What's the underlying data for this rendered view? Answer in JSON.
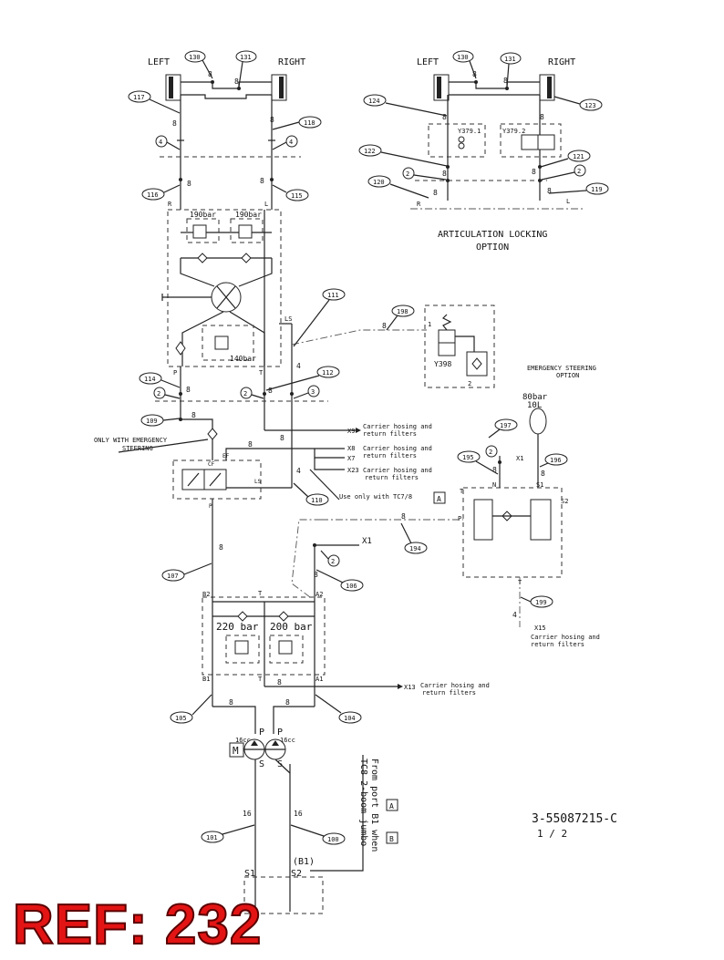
{
  "colors": {
    "line": "#222222",
    "stamp": "#e31414"
  },
  "side_labels": {
    "left": "LEFT",
    "right": "RIGHT"
  },
  "pressure_labels": {
    "relief_left": "190bar",
    "relief_right": "190bar",
    "orbitrol_relief": "140bar",
    "main_left": "220 bar",
    "main_right": "200 bar",
    "accumulator": "80bar",
    "accumulator_volume": "10L"
  },
  "pump": {
    "displacement_left": "16cc",
    "displacement_right": "16cc",
    "motor": "M"
  },
  "port_labels": {
    "P": "P",
    "T": "T",
    "R": "R",
    "L": "L",
    "LS": "LS",
    "S": "S",
    "S1": "S1",
    "S2": "S2",
    "B1": "B1",
    "B2": "B2",
    "A1": "A1",
    "A2": "A2",
    "EF": "EF",
    "CF": "CF",
    "N": "N",
    "B1_paren": "(B1)"
  },
  "valve_labels": {
    "y379_1": "Y379.1",
    "y379_2": "Y379.2",
    "y398": "Y398",
    "one": "1",
    "two": "2"
  },
  "hose_sizes": {
    "h4": "4",
    "h8": "8",
    "h16": "16"
  },
  "connections": {
    "x9": "X9",
    "x8": "X8",
    "x7": "X7",
    "x23": "X23",
    "x13": "X13",
    "x15": "X15",
    "x1": "X1",
    "carrier_hosing": "Carrier hosing and",
    "return_filters": "return filters"
  },
  "notes": {
    "emergency_only_1": "ONLY WITH EMERGENCY",
    "emergency_only_2": "STEERING",
    "tc78": "Use only with TC7/8",
    "articulation_1": "ARTICULATION LOCKING",
    "articulation_2": "OPTION",
    "emergency_option_1": "EMERGENCY STEERING",
    "emergency_option_2": "OPTION",
    "from_port_1": "From port B1 when",
    "from_port_2": "TC8 2-boom jumbo",
    "box_a": "A",
    "box_b": "B"
  },
  "bubbles": {
    "n130": "130",
    "n131": "131",
    "n117": "117",
    "n118": "118",
    "n4": "4",
    "n116": "116",
    "n115": "115",
    "n111": "111",
    "n198": "198",
    "n114": "114",
    "n112": "112",
    "n2": "2",
    "n3": "3",
    "n109": "109",
    "n110": "110",
    "n197": "197",
    "n195": "195",
    "n196": "196",
    "n194": "194",
    "n106": "106",
    "n107": "107",
    "n199": "199",
    "n105": "105",
    "n104": "104",
    "n101": "101",
    "n100": "100",
    "n124": "124",
    "n123": "123",
    "n122": "122",
    "n121": "121",
    "n120": "120",
    "n119": "119"
  },
  "drawing_number": "3-55087215-C",
  "sheet": "1 /  2",
  "ref_stamp": "REF: 232"
}
